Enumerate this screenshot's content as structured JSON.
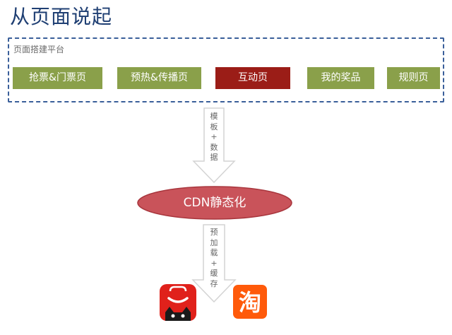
{
  "title": "从页面说起",
  "platform": {
    "label": "页面搭建平台",
    "pages": [
      {
        "label": "抢票&门票页",
        "active": false
      },
      {
        "label": "预热&传播页",
        "active": false
      },
      {
        "label": "互动页",
        "active": true
      },
      {
        "label": "我的奖品",
        "active": false
      },
      {
        "label": "规则页",
        "active": false
      }
    ]
  },
  "arrow1": {
    "chars": [
      "模",
      "板",
      "+",
      "数",
      "据"
    ]
  },
  "cdn": {
    "label": "CDN静态化"
  },
  "arrow2": {
    "chars": [
      "预",
      "加",
      "载",
      "+",
      "缓",
      "存"
    ]
  },
  "apps": [
    {
      "icon": "tmall-bag-icon",
      "color": "#e0211b"
    },
    {
      "icon": "taobao-icon",
      "glyph": "淘",
      "color": "#ff5a0a"
    }
  ],
  "colors": {
    "title": "#1f3f73",
    "button": "#8aa04a",
    "button_active": "#9b1d17",
    "cdn_ellipse": "#c9535a",
    "arrow": "#dedede"
  }
}
